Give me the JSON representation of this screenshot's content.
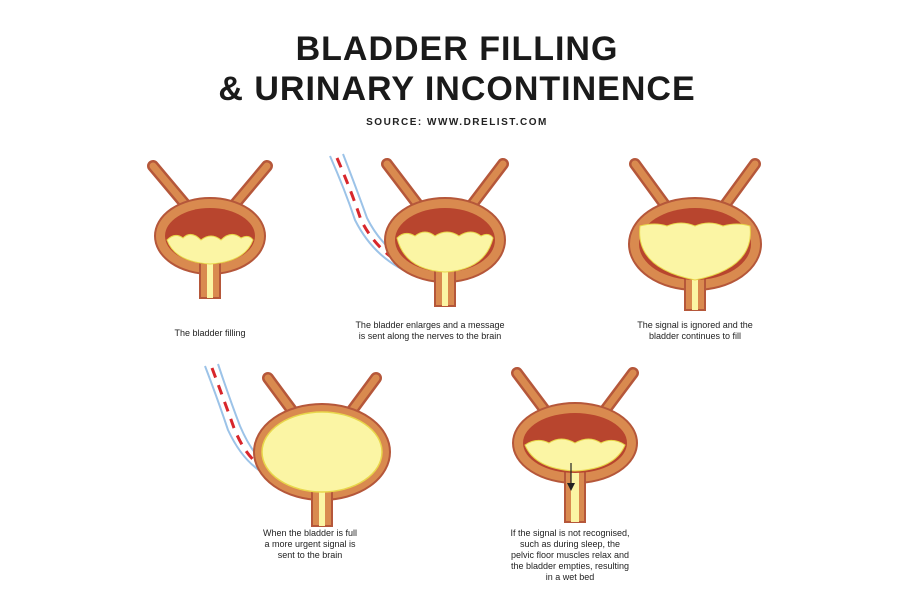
{
  "title_line1": "BLADDER FILLING",
  "title_line2": "& URINARY INCONTINENCE",
  "source": "SOURCE: WWW.DRELIST.COM",
  "colors": {
    "wall": "#d98a4f",
    "wall_outline": "#b5573a",
    "muscle": "#b8452e",
    "urine": "#fbf5a4",
    "urine_edge": "#e8d64a",
    "nerve": "#9cc3e8",
    "signal": "#d8262b"
  },
  "captions": {
    "step1": "The bladder filling",
    "step2": "The bladder enlarges and a message\nis sent along the nerves to the brain",
    "step3": "The signal is ignored and the\nbladder continues to fill",
    "step4": "When the bladder is full\na more urgent signal is\nsent to the brain",
    "step5": "If the signal is not recognised,\nsuch as during sleep, the\npelvic floor muscles relax and\nthe bladder empties, resulting\nin a wet bed"
  }
}
